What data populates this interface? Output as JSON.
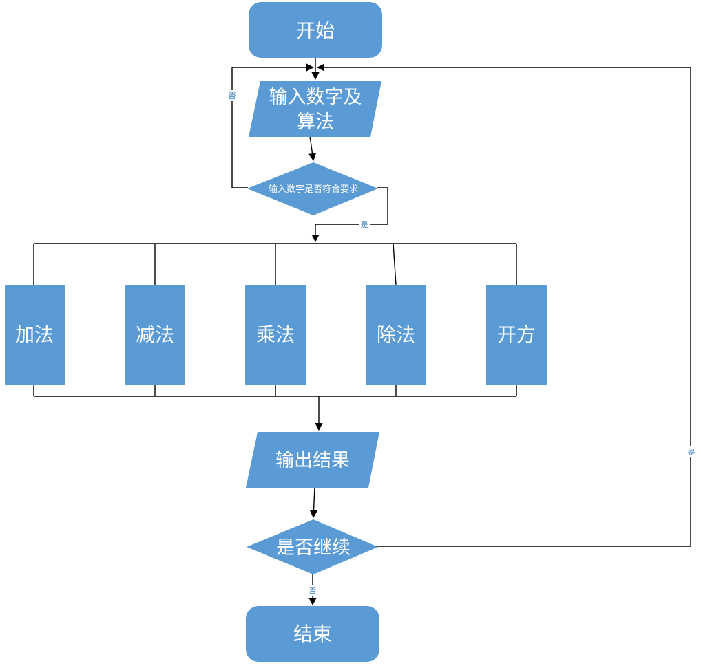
{
  "nodes": {
    "start": "开始",
    "input_line1": "输入数字及",
    "input_line2": "算法",
    "check_input": "输入数字是否符合要求",
    "add": "加法",
    "subtract": "减法",
    "multiply": "乘法",
    "divide": "除法",
    "sqrt": "开方",
    "output": "输出结果",
    "continue": "是否继续",
    "end": "结束"
  },
  "edge_labels": {
    "check_no": "否",
    "check_yes": "是",
    "continue_yes": "是",
    "continue_no": "否"
  },
  "colors": {
    "node_fill": "#5b9bd5",
    "node_text": "#ffffff",
    "edge": "#000000",
    "edge_label": "#2e75b6"
  }
}
